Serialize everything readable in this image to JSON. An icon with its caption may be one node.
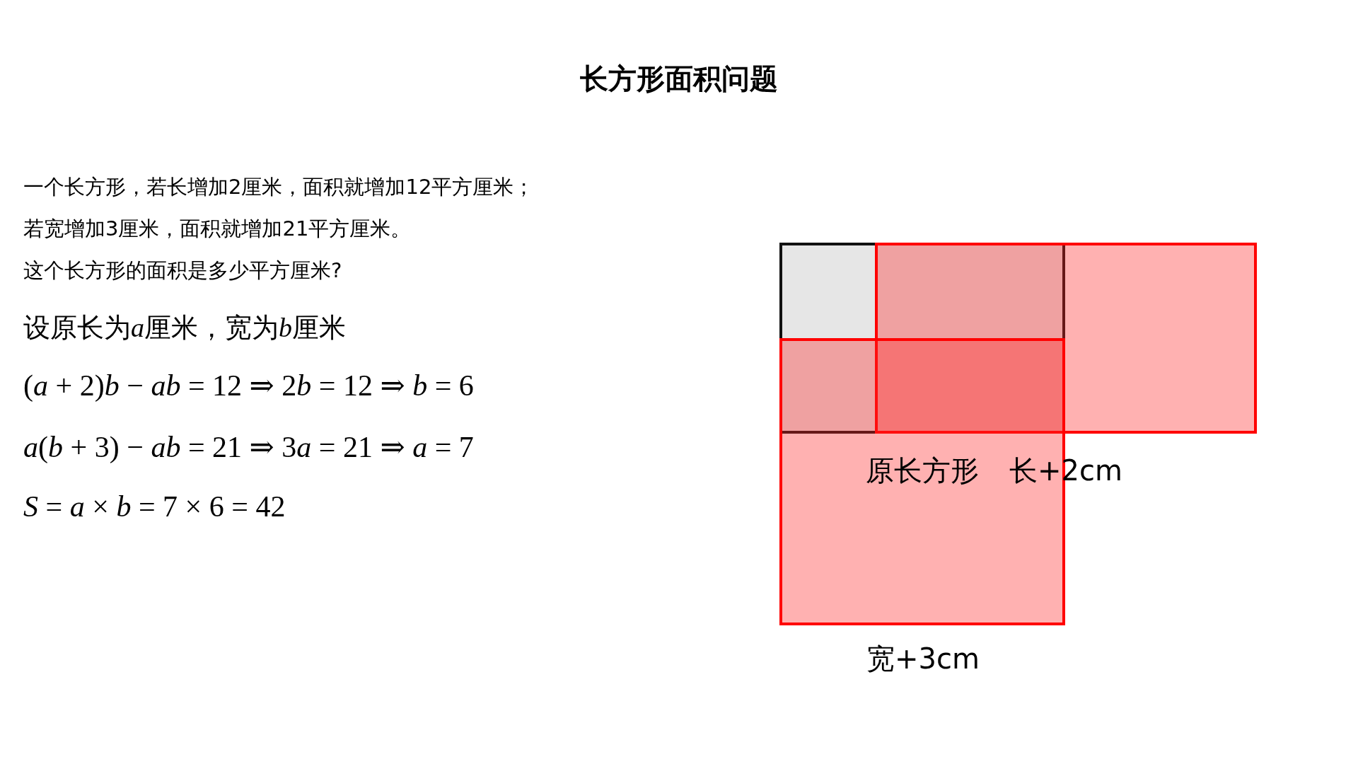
{
  "diagram": {
    "title": "长方形面积问题",
    "nodes": [
      {
        "text": [],
        "shape": "box"
      },
      {
        "text": [],
        "shape": "box"
      },
      {
        "text": [],
        "shape": "box",
        "beside": [
          "宽+3cm"
        ]
      }
    ],
    "edges": [],
    "labels": [
      "一个长方形，若长增加2厘米，面积就增加12平方厘米；",
      "若宽增加3厘米，面积就增加21平方厘米。",
      "这个长方形的面积是多少平方厘米?",
      "设原长为a厘米，宽为b厘米",
      "(a + 2)b − ab = 12 ⇒ 2b = 12 ⇒ b = 6",
      "a(b + 3) − ab = 21 ⇒ 3a = 21 ⇒ a = 7",
      "S = a × b = 7 × 6 = 42",
      "原长方形",
      "长+2cm"
    ]
  }
}
